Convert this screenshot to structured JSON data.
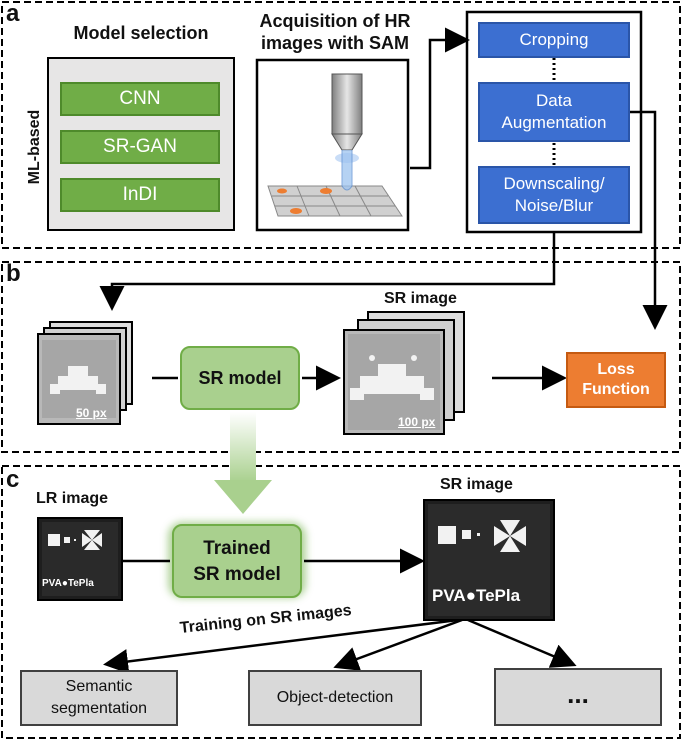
{
  "panel_labels": {
    "a": "a",
    "b": "b",
    "c": "c"
  },
  "panel_a": {
    "model_selection_title": "Model selection",
    "ml_based_label": "ML-based",
    "models": [
      "CNN",
      "SR-GAN",
      "InDI"
    ],
    "acquisition_title_line1": "Acquisition of HR",
    "acquisition_title_line2": "images with SAM",
    "steps": {
      "cropping": "Cropping",
      "augmentation_line1": "Data",
      "augmentation_line2": "Augmentation",
      "downscaling_line1": "Downscaling/",
      "downscaling_line2": "Noise/Blur"
    }
  },
  "panel_b": {
    "sr_image_label": "SR image",
    "input_scale": "50 px",
    "output_scale": "100 px",
    "sr_model_label": "SR model",
    "loss_line1": "Loss",
    "loss_line2": "Function"
  },
  "panel_c": {
    "lr_image_label": "LR image",
    "sr_image_label": "SR image",
    "trained_line1": "Trained",
    "trained_line2": "SR model",
    "logo_text": "PVA●TePla",
    "training_label": "Training on SR images",
    "tasks": {
      "semantic_line1": "Semantic",
      "semantic_line2": "segmentation",
      "object_detection": "Object-detection",
      "more": "..."
    }
  },
  "colors": {
    "green": "#70ad47",
    "blue": "#3c6fd1",
    "orange": "#ed7d31",
    "light_green": "#a9d08e",
    "gray": "#d9d9d9"
  }
}
